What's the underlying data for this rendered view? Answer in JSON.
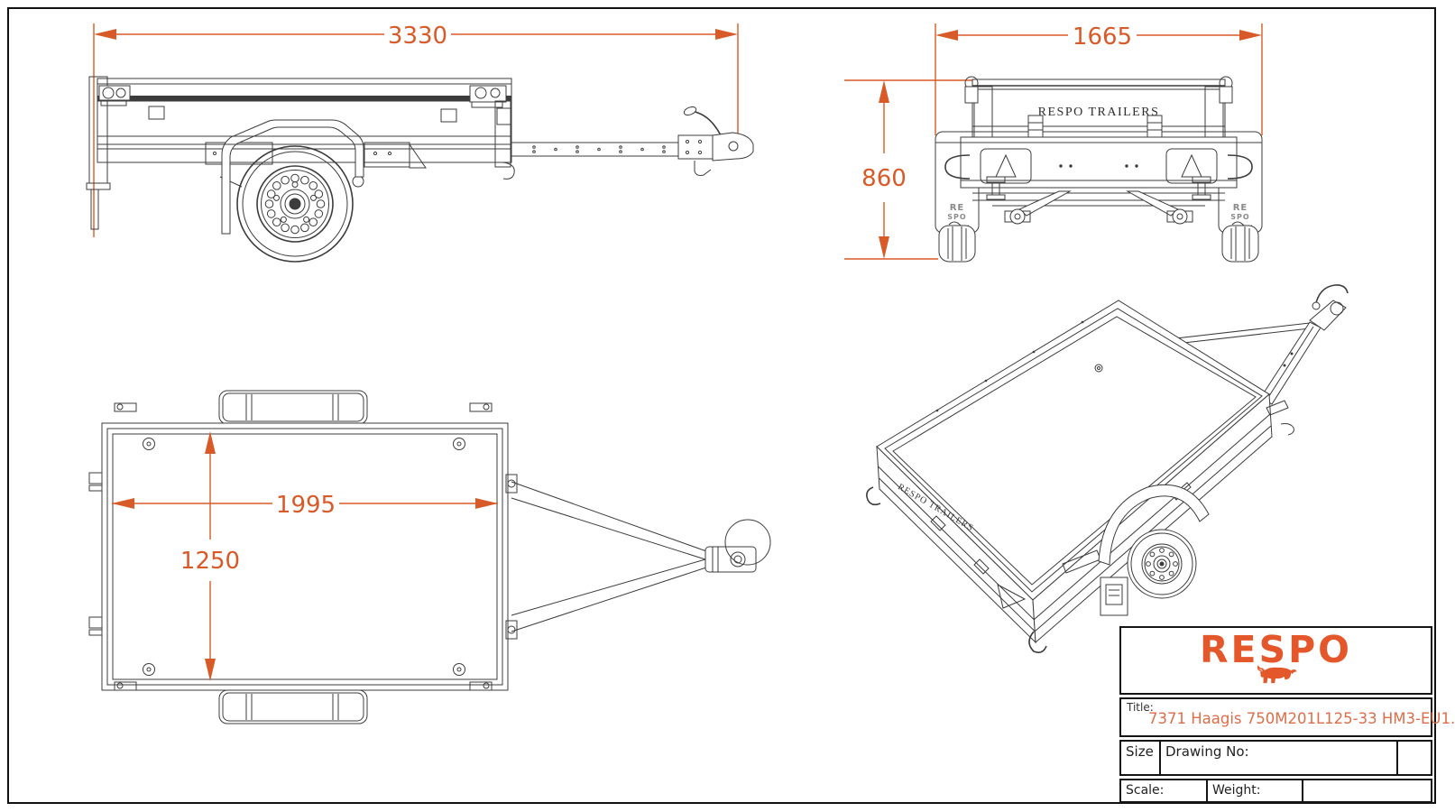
{
  "colors": {
    "accent_dimension": "#d85a28",
    "logo_orange": "#e4572a",
    "title_orange": "#dd6e49",
    "line": "#3c3c3c"
  },
  "views": {
    "side": {
      "dim_length": "3330"
    },
    "rear": {
      "dim_width": "1665",
      "dim_height": "860",
      "board_text": "RESPO TRAILERS",
      "mudguard_line1": "RE",
      "mudguard_line2": "SPO"
    },
    "top": {
      "dim_floor_length": "1995",
      "dim_floor_width": "1250"
    },
    "iso": {
      "board_text": "RESPO TRAILERS"
    }
  },
  "title_block": {
    "logo_text": "RESPO",
    "title_label": "Title:",
    "title_value": "7371 Haagis 750M201L125-33 HM3-EU1.",
    "size_label": "Size",
    "drawing_no_label": "Drawing No:",
    "scale_label": "Scale:",
    "weight_label": "Weight:"
  }
}
